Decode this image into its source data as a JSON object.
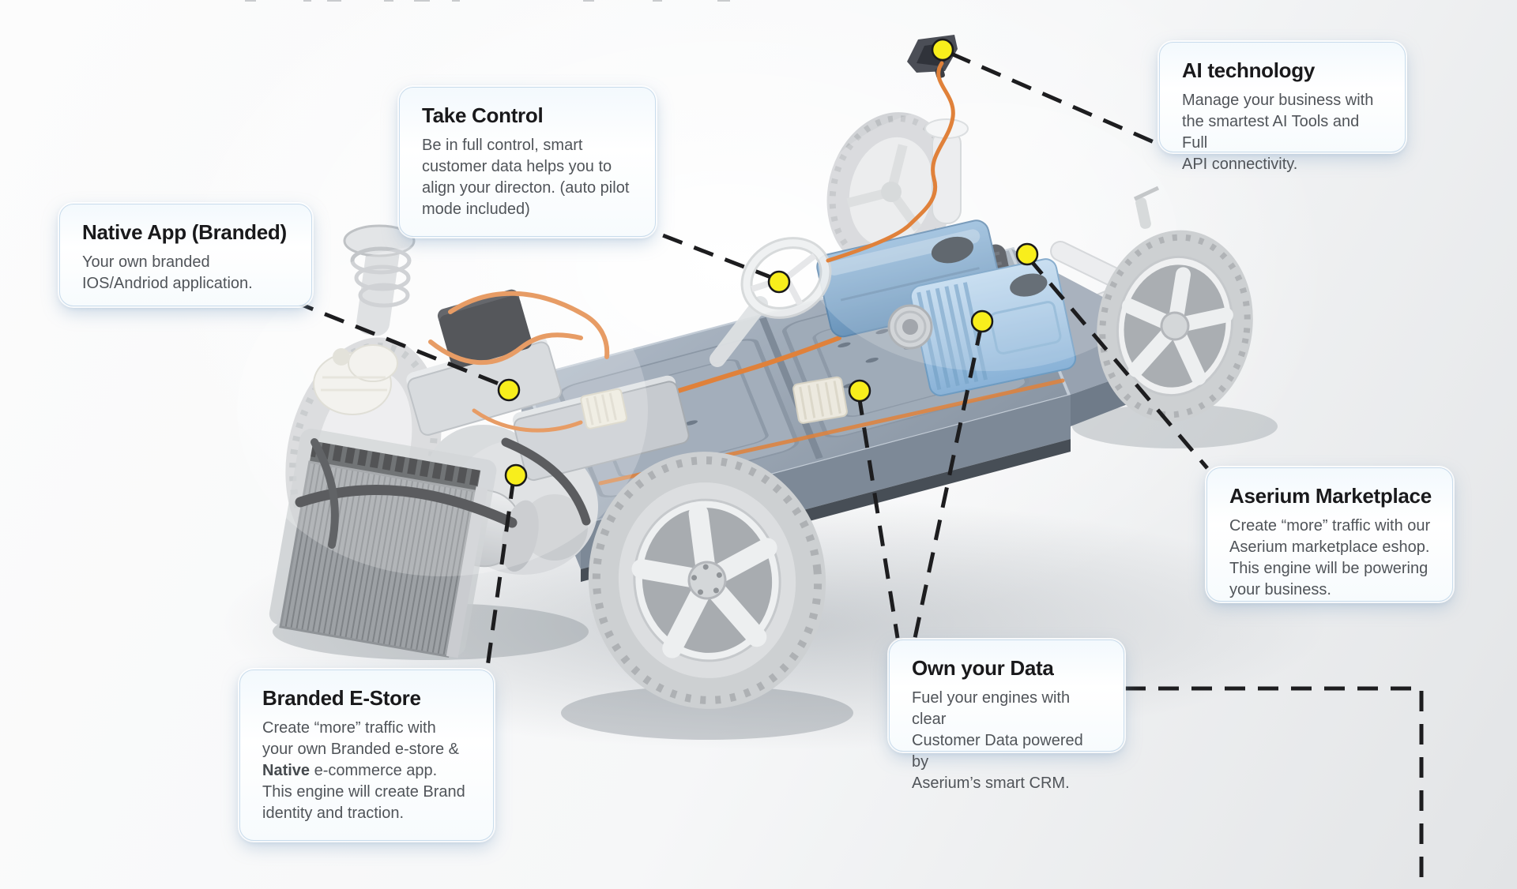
{
  "colors": {
    "marker_yellow": "#f8ee1c",
    "leader_line": "#1d1d1f",
    "cable_orange": "#e0813a",
    "battery_slate": "#9aa6b4",
    "motor_cover_blue": "#7ba3c7",
    "inverter_blue_light": "#a9cbe6",
    "callout_border": "#c9dcec"
  },
  "callouts": {
    "take_control": {
      "title": "Take Control",
      "body": "Be in full control, smart\ncustomer data helps you to\nalign your directon. (auto pilot\nmode included)"
    },
    "ai_technology": {
      "title": "AI technology",
      "body": "Manage your business with\nthe smartest AI Tools and Full\nAPI connectivity."
    },
    "native_app": {
      "title": "Native App (Branded)",
      "body": "Your own branded\nIOS/Andriod application."
    },
    "aserium_marketplace": {
      "title": "Aserium Marketplace",
      "body": "Create “more” traffic with our\nAserium marketplace eshop.\nThis engine will be powering\nyour business."
    },
    "own_your_data": {
      "title": "Own your Data",
      "body": "Fuel your engines with clear\nCustomer Data powered by\nAserium’s smart CRM."
    },
    "branded_estore": {
      "title": "Branded E-Store",
      "body_pre": "Create “more” traffic with\nyour own Branded e-store &\n",
      "body_bold": "Native",
      "body_post": " e-commerce app.\nThis engine will create Brand\nidentity and traction."
    }
  }
}
